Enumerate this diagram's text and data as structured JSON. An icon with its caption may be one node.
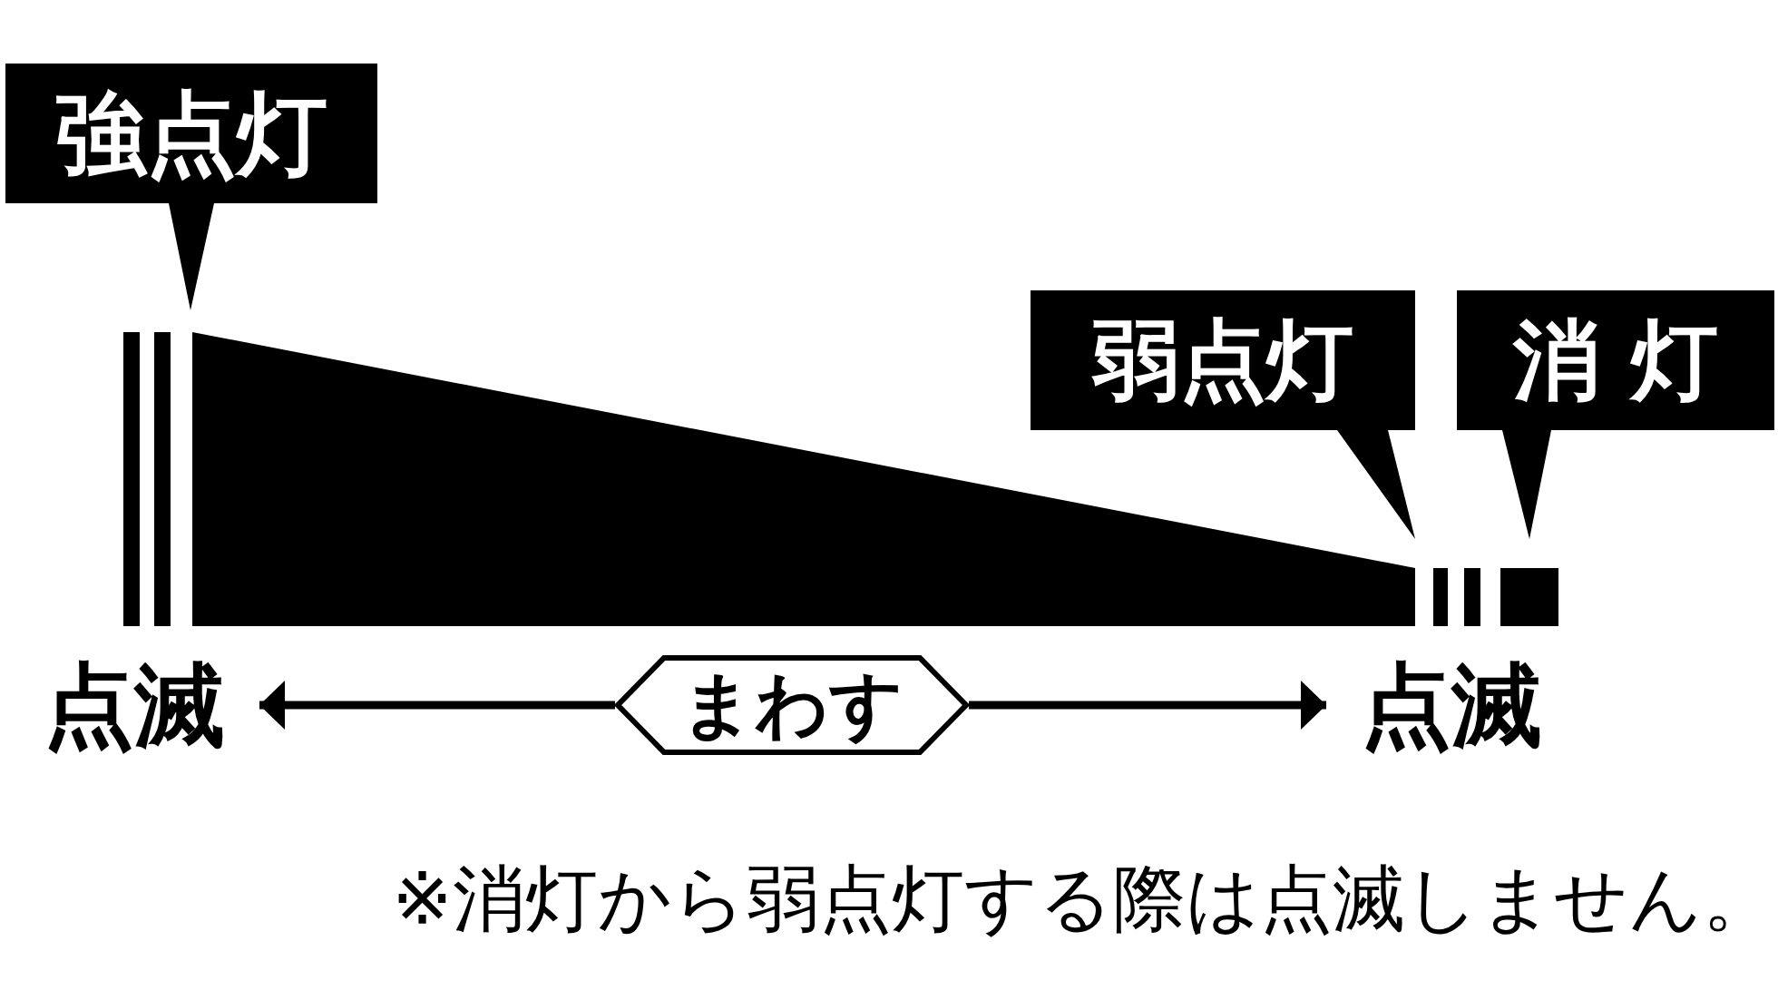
{
  "diagram": {
    "nodes": [
      {
        "text": [
          "強点灯"
        ]
      },
      {
        "text": [
          "弱点灯"
        ]
      },
      {
        "text": [
          "消 灯"
        ]
      },
      {
        "text": [
          "点滅"
        ]
      },
      {
        "text": [
          "まわす"
        ]
      },
      {
        "text": [
          "点滅"
        ]
      }
    ],
    "edges": [
      {
        "from": 4,
        "to": 3,
        "arrow": "to"
      },
      {
        "from": 4,
        "to": 5,
        "arrow": "to"
      }
    ],
    "labels": [
      "※消灯から弱点灯する際は点滅しません。"
    ]
  }
}
